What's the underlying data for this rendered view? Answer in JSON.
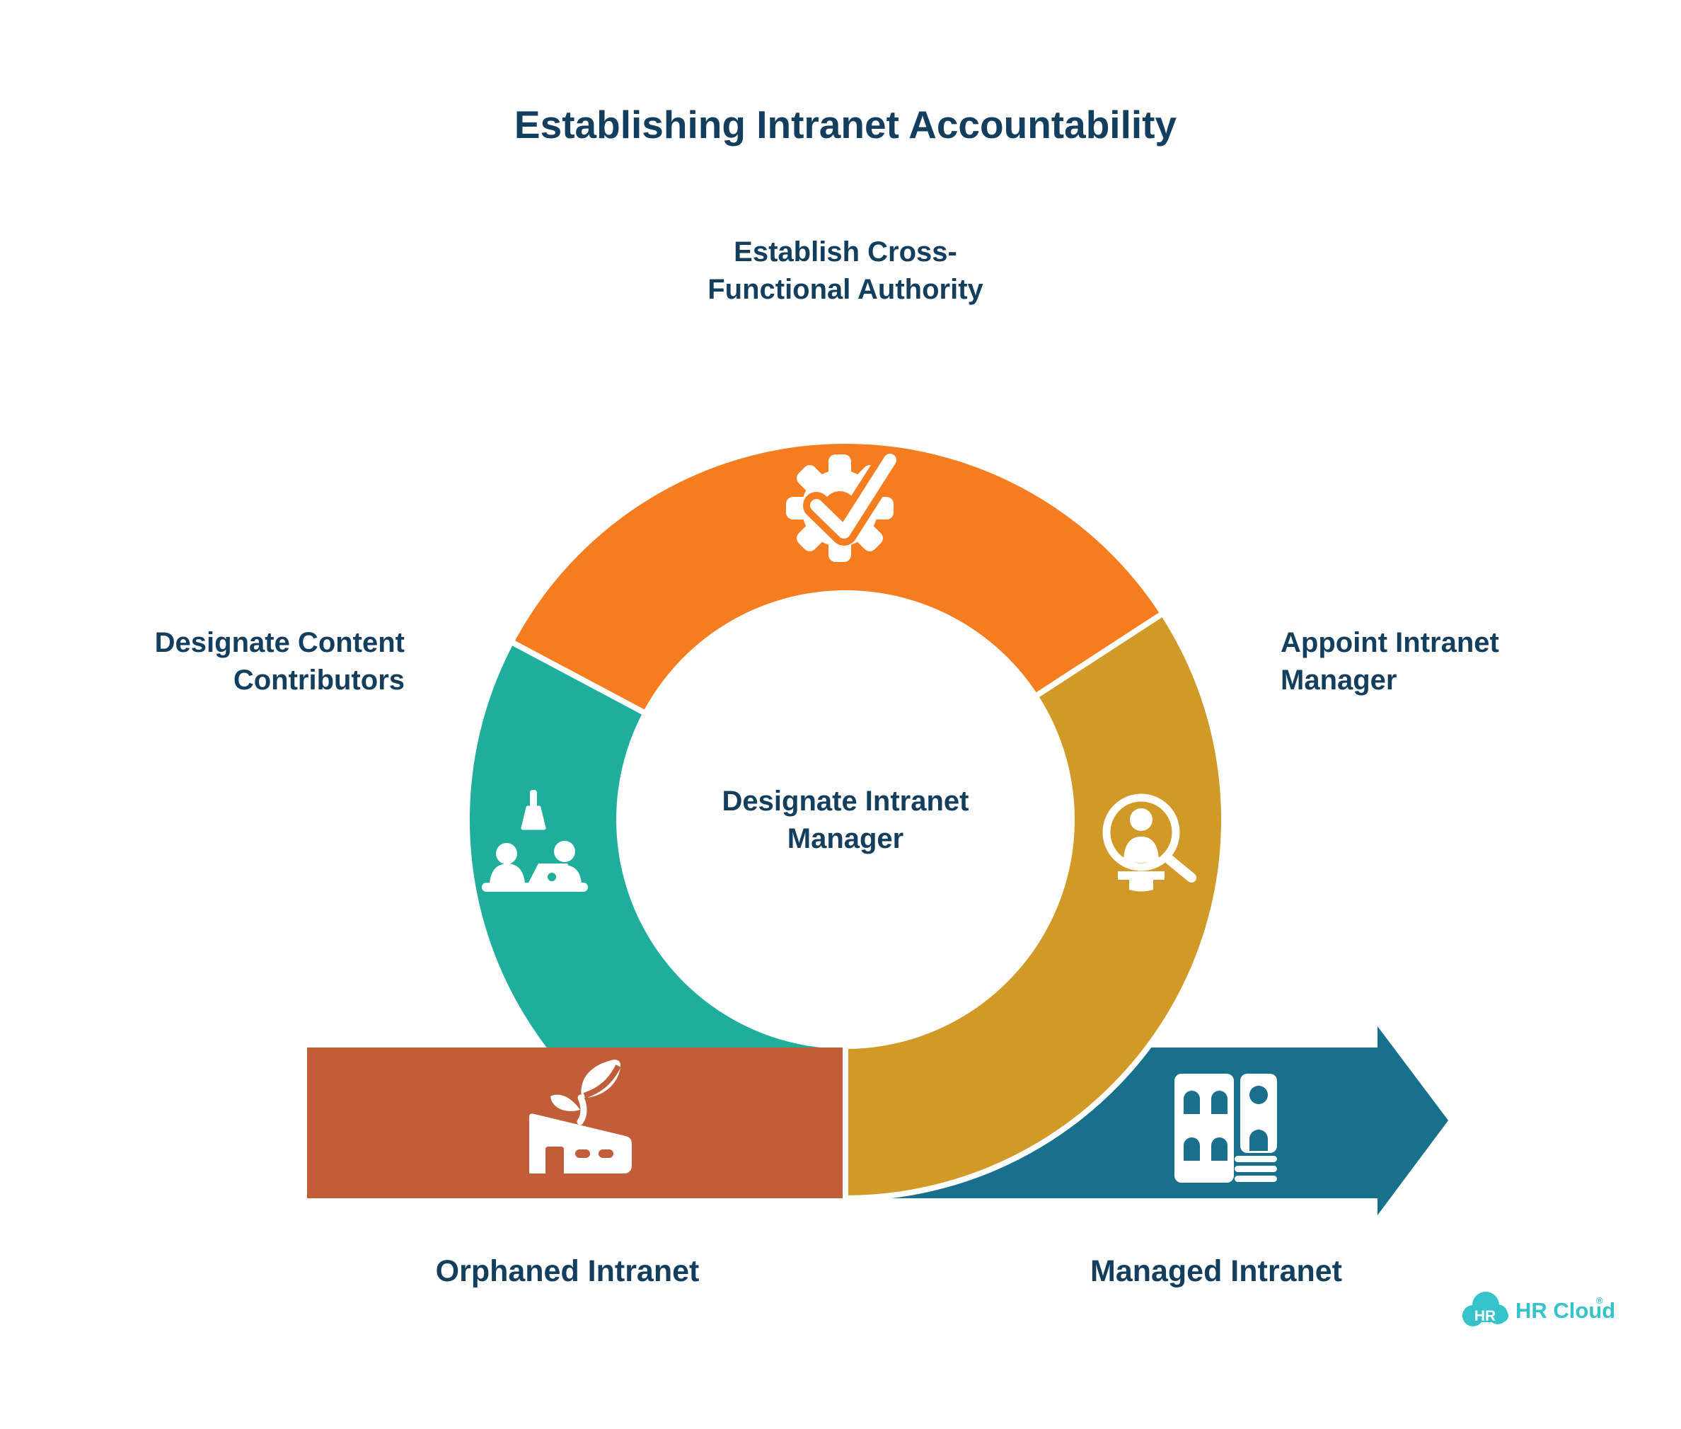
{
  "title": "Establishing Intranet Accountability",
  "ring_labels": {
    "top": {
      "line1": "Establish Cross-",
      "line2": "Functional Authority"
    },
    "left": {
      "line1": "Designate Content",
      "line2": "Contributors"
    },
    "right": {
      "line1": "Appoint Intranet",
      "line2": "Manager"
    }
  },
  "center_label": {
    "line1": "Designate Intranet",
    "line2": "Manager"
  },
  "band_labels": {
    "left": "Orphaned Intranet",
    "right": "Managed Intranet"
  },
  "icons": {
    "top_segment": "gear-check-icon",
    "left_segment": "content-contributors-desk-icon",
    "right_segment": "magnifier-person-icon",
    "left_band": "factory-sprout-icon",
    "right_band": "office-building-icon",
    "logo": "hr-cloud-logo"
  },
  "logo": {
    "badge_text": "HR",
    "brand_text": "HR Cloud",
    "registered_mark": "®"
  },
  "colors": {
    "navy": "#133E5E",
    "orange": "#F57D20",
    "teal": "#1FAE9B",
    "gold": "#D19A28",
    "rust": "#C15E39",
    "arrowteal": "#19708C",
    "logoteal": "#33C3C8"
  }
}
